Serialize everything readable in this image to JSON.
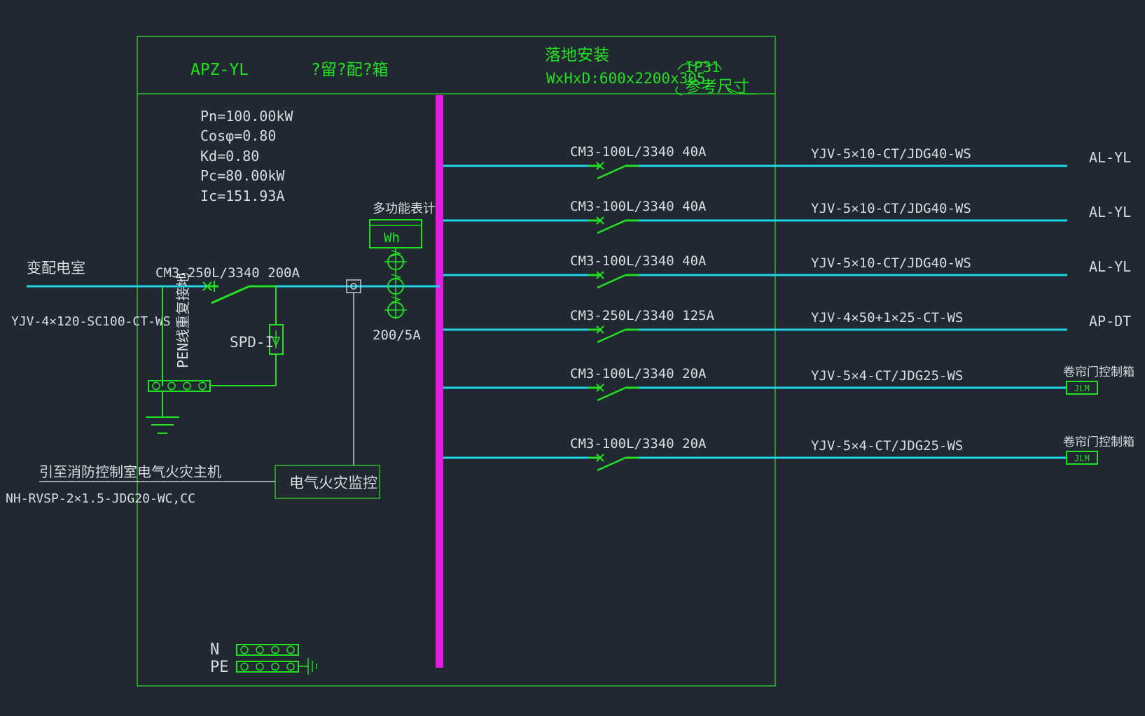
{
  "colors": {
    "background": "#222831",
    "frame": "#2bbf2b",
    "green": "#22e022",
    "cyan": "#1fd6e6",
    "busbar": "#e21ee2",
    "white_text": "#d9dde3",
    "grey_line": "#c8ccd2"
  },
  "header": {
    "panel_code": "APZ-YL",
    "panel_name": "?留?配?箱",
    "install": "落地安装",
    "dimensions": "WxHxD:600x2200x305",
    "ip_rating": "IP31",
    "ref_size": "参考尺寸"
  },
  "load": {
    "pn": "Pn=100.00kW",
    "cos": "Cosφ=0.80",
    "kd": "Kd=0.80",
    "pc": "Pc=80.00kW",
    "ic": "Ic=151.93A"
  },
  "incoming": {
    "source": "变配电室",
    "cable": "YJV-4×120-SC100-CT-WS",
    "breaker": "CM3-250L/3340 200A",
    "pen_label": "PEN线重复接地",
    "spd": "SPD-I",
    "meter_title": "多功能表计",
    "meter_symbol": "Wh",
    "ct_ratio": "200/5A"
  },
  "fire_monitor": {
    "box_label": "电气火灾监控",
    "to_label": "引至消防控制室电气火灾主机",
    "cable": "NH-RVSP-2×1.5-JDG20-WC,CC"
  },
  "bars": {
    "n_label": "N",
    "pe_label": "PE"
  },
  "circuits": [
    {
      "breaker": "CM3-100L/3340 40A",
      "cable": "YJV-5×10-CT/JDG40-WS",
      "dest": "AL-YL",
      "dest_type": "text"
    },
    {
      "breaker": "CM3-100L/3340 40A",
      "cable": "YJV-5×10-CT/JDG40-WS",
      "dest": "AL-YL",
      "dest_type": "text"
    },
    {
      "breaker": "CM3-100L/3340 40A",
      "cable": "YJV-5×10-CT/JDG40-WS",
      "dest": "AL-YL",
      "dest_type": "text"
    },
    {
      "breaker": "CM3-250L/3340 125A",
      "cable": "YJV-4×50+1×25-CT-WS",
      "dest": "AP-DT",
      "dest_type": "text"
    },
    {
      "breaker": "CM3-100L/3340 20A",
      "cable": "YJV-5×4-CT/JDG25-WS",
      "dest": "卷帘门控制箱",
      "dest_box": "JLM",
      "dest_type": "box"
    },
    {
      "breaker": "CM3-100L/3340 20A",
      "cable": "YJV-5×4-CT/JDG25-WS",
      "dest": "卷帘门控制箱",
      "dest_box": "JLM",
      "dest_type": "box"
    }
  ]
}
